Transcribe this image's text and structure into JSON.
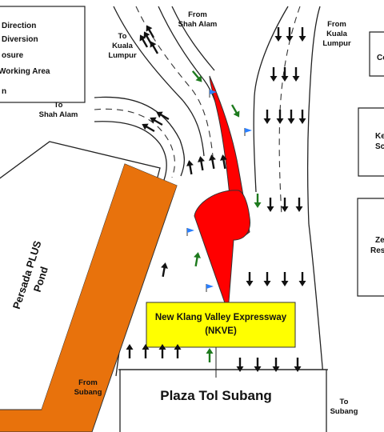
{
  "legend": {
    "items": [
      "Direction",
      "Diversion",
      "osure",
      "Working Area",
      "n"
    ]
  },
  "labels": {
    "to_kuala_lumpur": [
      "To",
      "Kuala",
      "Lumpur"
    ],
    "from_shah_alam": [
      "From",
      "Shah Alam"
    ],
    "from_kuala_lumpur": [
      "From",
      "Kuala",
      "Lumpur"
    ],
    "to_shah_alam": [
      "To",
      "Shah Alam"
    ],
    "persada_plus": [
      "Persada PLUS",
      "Pond"
    ],
    "from_subang": [
      "From",
      "Subang"
    ],
    "to_subang": [
      "To",
      "Subang"
    ],
    "plaza_tol_subang": "Plaza Tol Subang",
    "highway_name": [
      "New Klang Valley Expressway",
      "(NKVE)"
    ],
    "right_box_1": "Co",
    "right_box_2": [
      "Ke",
      "Sc"
    ],
    "right_box_3": [
      "Ze",
      "Res"
    ]
  },
  "colors": {
    "closure": "#ff0000",
    "pond": "#e8720c",
    "highway_label_bg": "#ffff00",
    "diversion_arrow": "#1d7a1d",
    "direction_arrow": "#111111",
    "flag": "#2a7fff"
  }
}
